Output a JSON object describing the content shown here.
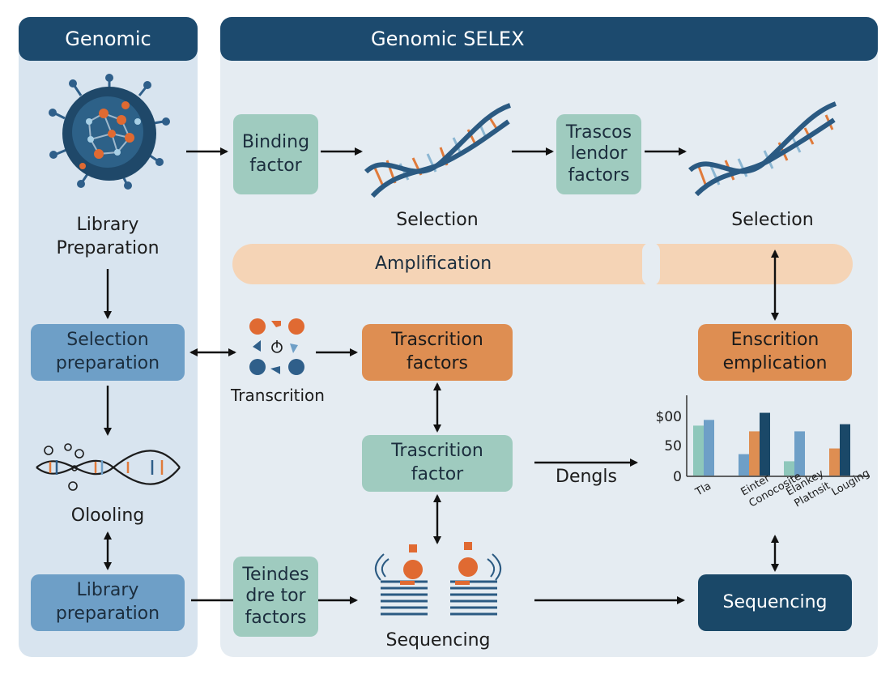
{
  "headers": {
    "left": "Genomic",
    "main": "Genomic SELEX"
  },
  "left_column": {
    "library_preparation_top": "Library\nPreparation",
    "selection_preparation": "Selection\npreparation",
    "oloolng": "Olooling",
    "library_preparation_bottom": "Library\npreparation"
  },
  "main": {
    "binding_factor": "Binding\nfactor",
    "selection_1": "Selection",
    "trascos_lendor": "Trascos\nlendor\nfactors",
    "selection_2": "Selection",
    "amplification": "Amplification",
    "transcrition_label": "Transcrition",
    "trascrition_factors": "Trascrition\nfactors",
    "enscrition_emplication": "Enscrition\nemplication",
    "trascrition_factor": "Trascrition\nfactor",
    "dengls": "Dengls",
    "teindes": "Teindes\ndre tor\nfactors",
    "sequencing_label": "Sequencing",
    "sequencing_box": "Sequencing"
  },
  "chart_data": {
    "type": "bar",
    "categories": [
      "Tla",
      "Einter Conocosite",
      "Elankey Platnsit",
      "Louging"
    ],
    "y_tick_labels": [
      "$00",
      "50",
      "0"
    ],
    "series": [
      {
        "color": "#8ec7bb",
        "values": [
          0.7,
          0,
          0.2,
          0
        ]
      },
      {
        "color": "#6e9fc7",
        "values": [
          0.78,
          0.3,
          0.62,
          0
        ]
      },
      {
        "color": "#de8e52",
        "values": [
          0,
          0.62,
          0,
          0.38
        ]
      },
      {
        "color": "#1a4868",
        "values": [
          0,
          0.88,
          0,
          0.72
        ]
      }
    ]
  },
  "colors": {
    "navy": "#1a4868",
    "teal": "#9fcbbf",
    "blue": "#6e9fc7",
    "orange": "#de8e52",
    "peach": "#f5d4b6"
  }
}
